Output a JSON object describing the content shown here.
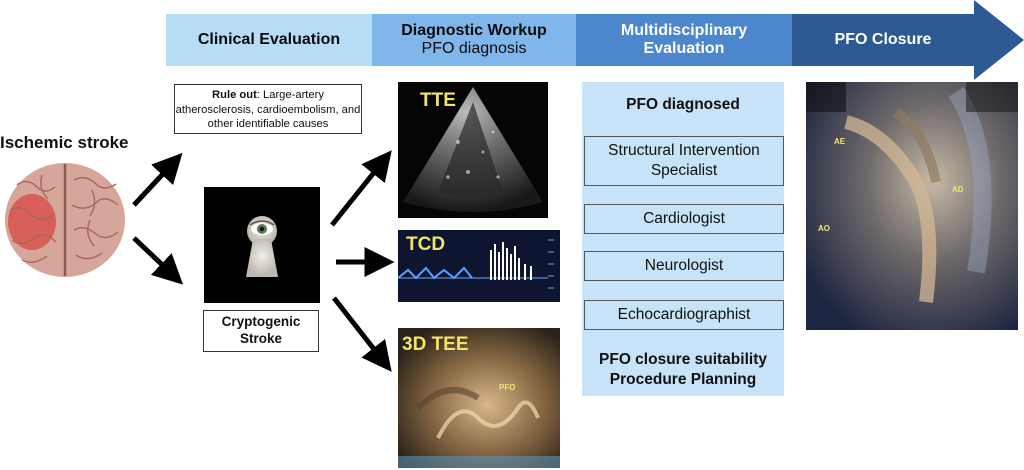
{
  "header": {
    "step1": "Clinical Evaluation",
    "step2_title": "Diagnostic Workup",
    "step2_sub": "PFO diagnosis",
    "step3_line1": "Multidisciplinary",
    "step3_line2": "Evaluation",
    "step4": "PFO Closure"
  },
  "left": {
    "ischemic_stroke": "Ischemic stroke",
    "rule_out_bold": "Rule out",
    "rule_out_text": ": Large-artery atherosclerosis, cardioembolism, and other identifiable causes",
    "cryptogenic_line1": "Cryptogenic",
    "cryptogenic_line2": "Stroke"
  },
  "images": {
    "tte": "TTE",
    "tcd": "TCD",
    "tee": "3D TEE",
    "tee_pfo": "PFO",
    "closure_ae": "AE",
    "closure_ad": "AD",
    "closure_ao": "AO"
  },
  "team": {
    "heading": "PFO diagnosed",
    "members": [
      "Structural Intervention Specialist",
      "Cardiologist",
      "Neurologist",
      "Echocardiographist"
    ],
    "footer_line1": "PFO closure suitability",
    "footer_line2": "Procedure Planning"
  },
  "colors": {
    "step1": "#b7dcf6",
    "step2": "#7fb6ec",
    "step3": "#4c86cc",
    "step4": "#2d5a92",
    "panel": "#c6e3f7"
  }
}
